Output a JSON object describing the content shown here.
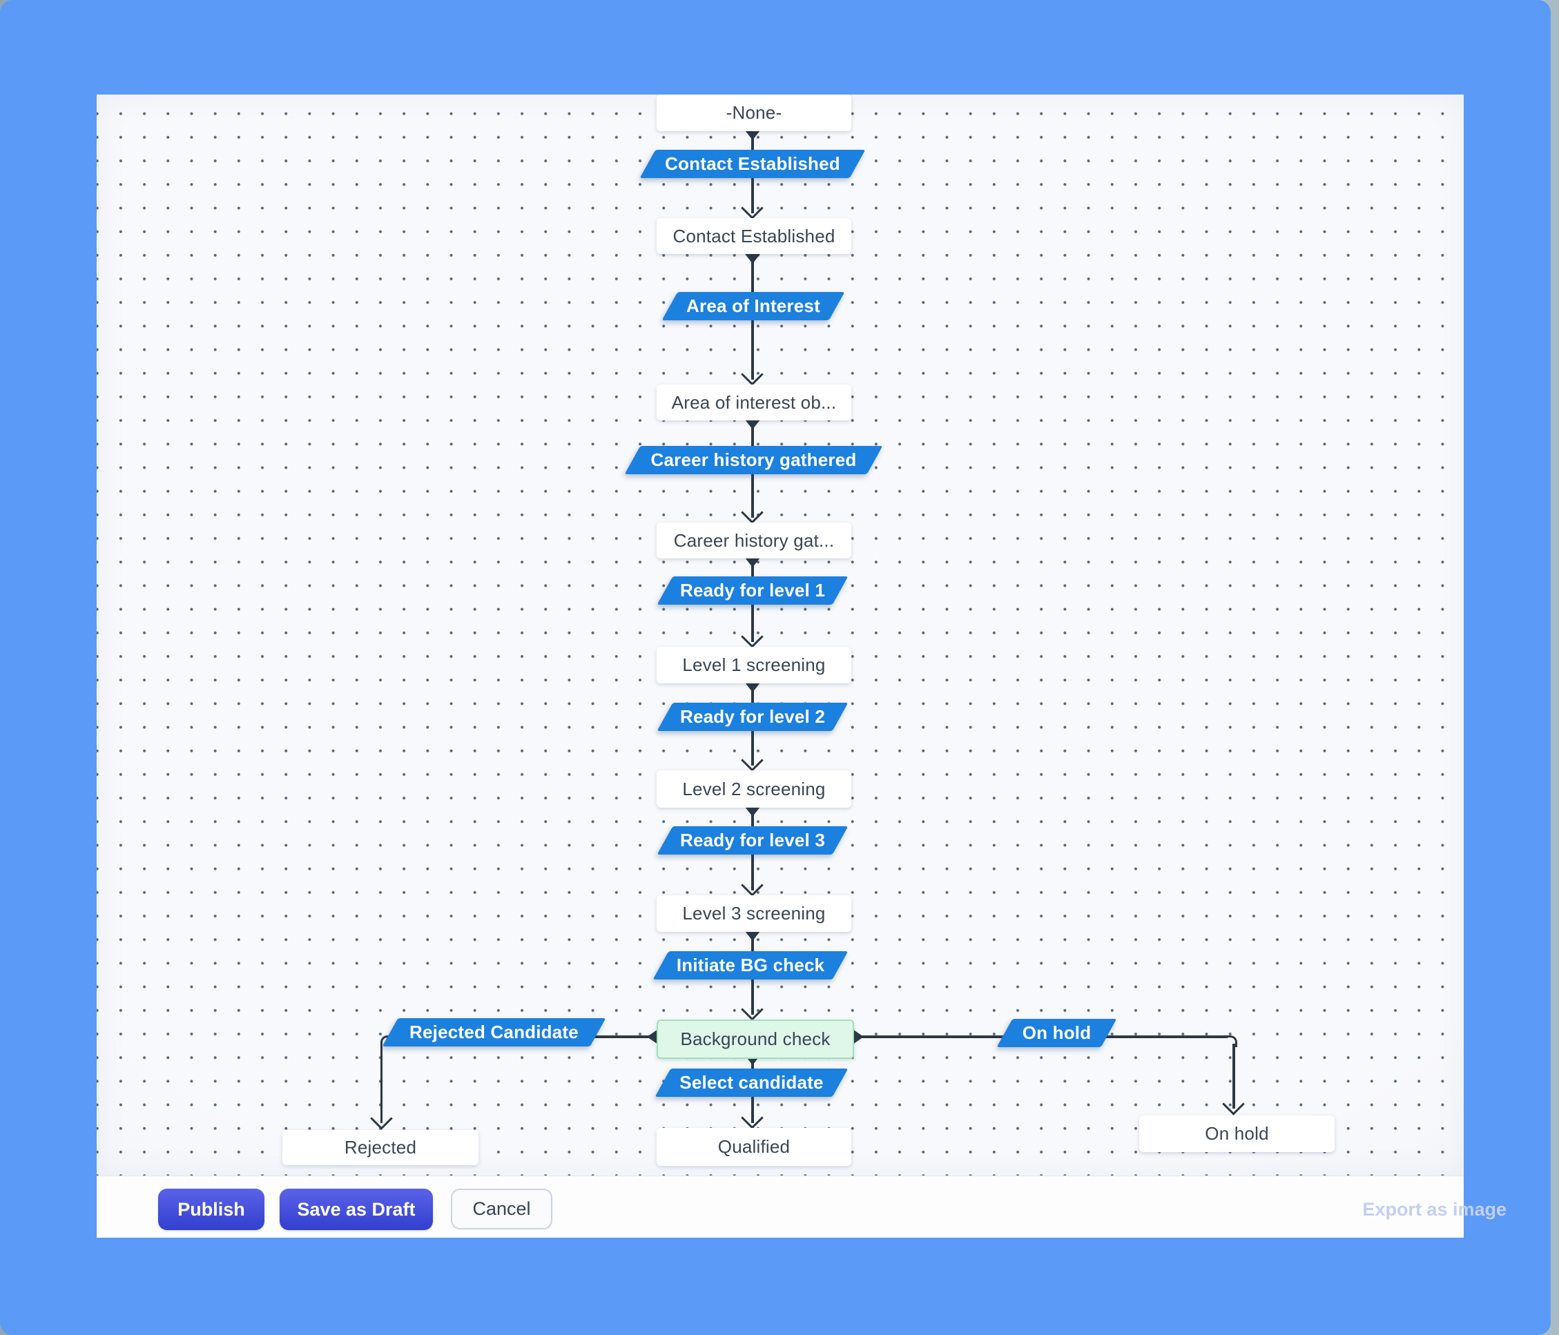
{
  "flow": {
    "states": [
      {
        "label": "-None-"
      },
      {
        "label": "Contact Established"
      },
      {
        "label": "Area of interest ob..."
      },
      {
        "label": "Career history gat..."
      },
      {
        "label": "Level 1 screening"
      },
      {
        "label": "Level 2 screening"
      },
      {
        "label": "Level 3 screening"
      },
      {
        "label": "Background check"
      },
      {
        "label": "Qualified"
      },
      {
        "label": "Rejected"
      },
      {
        "label": "On hold"
      }
    ],
    "transitions": [
      {
        "label": "Contact Established"
      },
      {
        "label": "Area of Interest"
      },
      {
        "label": "Career history gathered"
      },
      {
        "label": "Ready for level 1"
      },
      {
        "label": "Ready for level 2"
      },
      {
        "label": "Ready for level 3"
      },
      {
        "label": "Initiate BG check"
      },
      {
        "label": "Select candidate"
      },
      {
        "label": "Rejected Candidate"
      },
      {
        "label": "On hold"
      }
    ]
  },
  "footer": {
    "publish_label": "Publish",
    "save_as_draft_label": "Save as Draft",
    "cancel_label": "Cancel",
    "export_label": "Export as image"
  },
  "colors": {
    "frame_blue": "#5b9af7",
    "transition_blue": "#1c80de",
    "connector_dark": "#2c3848",
    "current_state_bg": "#def7e9",
    "current_state_border": "#9fe0bd",
    "primary_button_blue": "#3e4cda",
    "export_link": "#c4cef5"
  }
}
